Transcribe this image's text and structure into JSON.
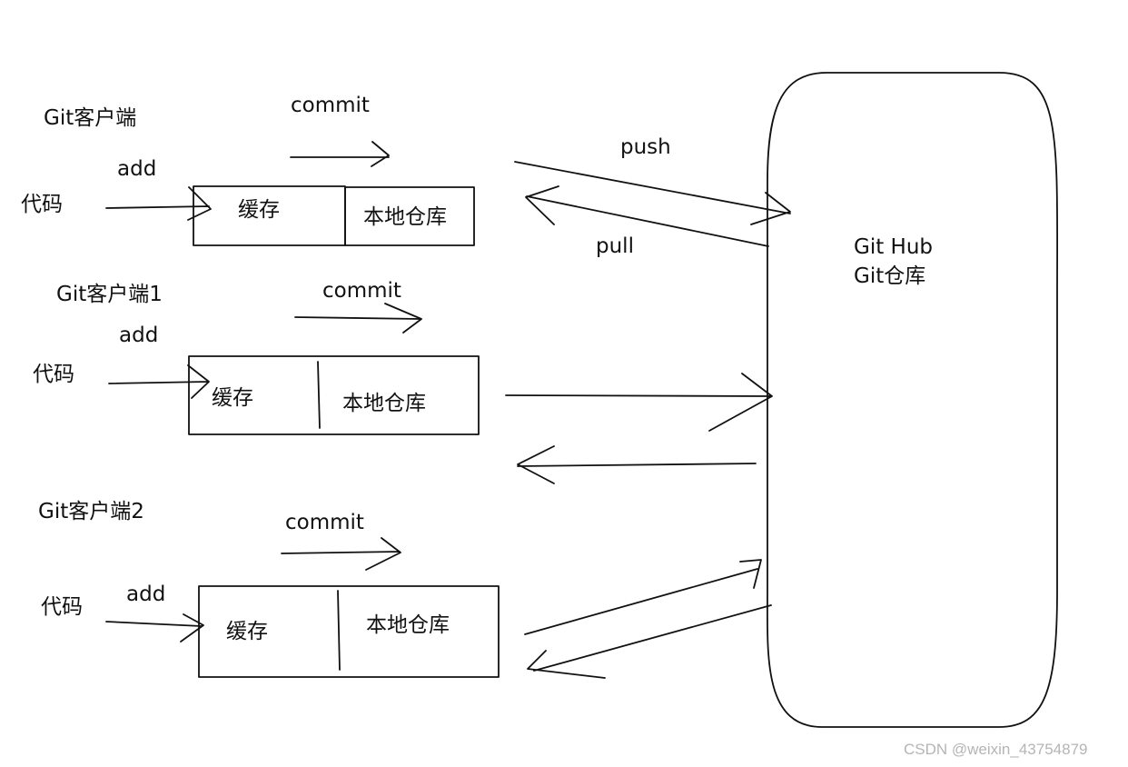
{
  "clients": [
    {
      "title": "Git客户端",
      "code_label": "代码",
      "add_label": "add",
      "commit_label": "commit",
      "cache_label": "缓存",
      "local_repo_label": "本地仓库"
    },
    {
      "title": "Git客户端1",
      "code_label": "代码",
      "add_label": "add",
      "commit_label": "commit",
      "cache_label": "缓存",
      "local_repo_label": "本地仓库"
    },
    {
      "title": "Git客户端2",
      "code_label": "代码",
      "add_label": "add",
      "commit_label": "commit",
      "cache_label": "缓存",
      "local_repo_label": "本地仓库"
    }
  ],
  "sync": {
    "push_label": "push",
    "pull_label": "pull"
  },
  "hub": {
    "line1": "Git Hub",
    "line2": "Git仓库"
  },
  "watermark": "CSDN @weixin_43754879",
  "colors": {
    "ink": "#111111",
    "background": "#ffffff",
    "watermark": "#b5b5b5"
  }
}
